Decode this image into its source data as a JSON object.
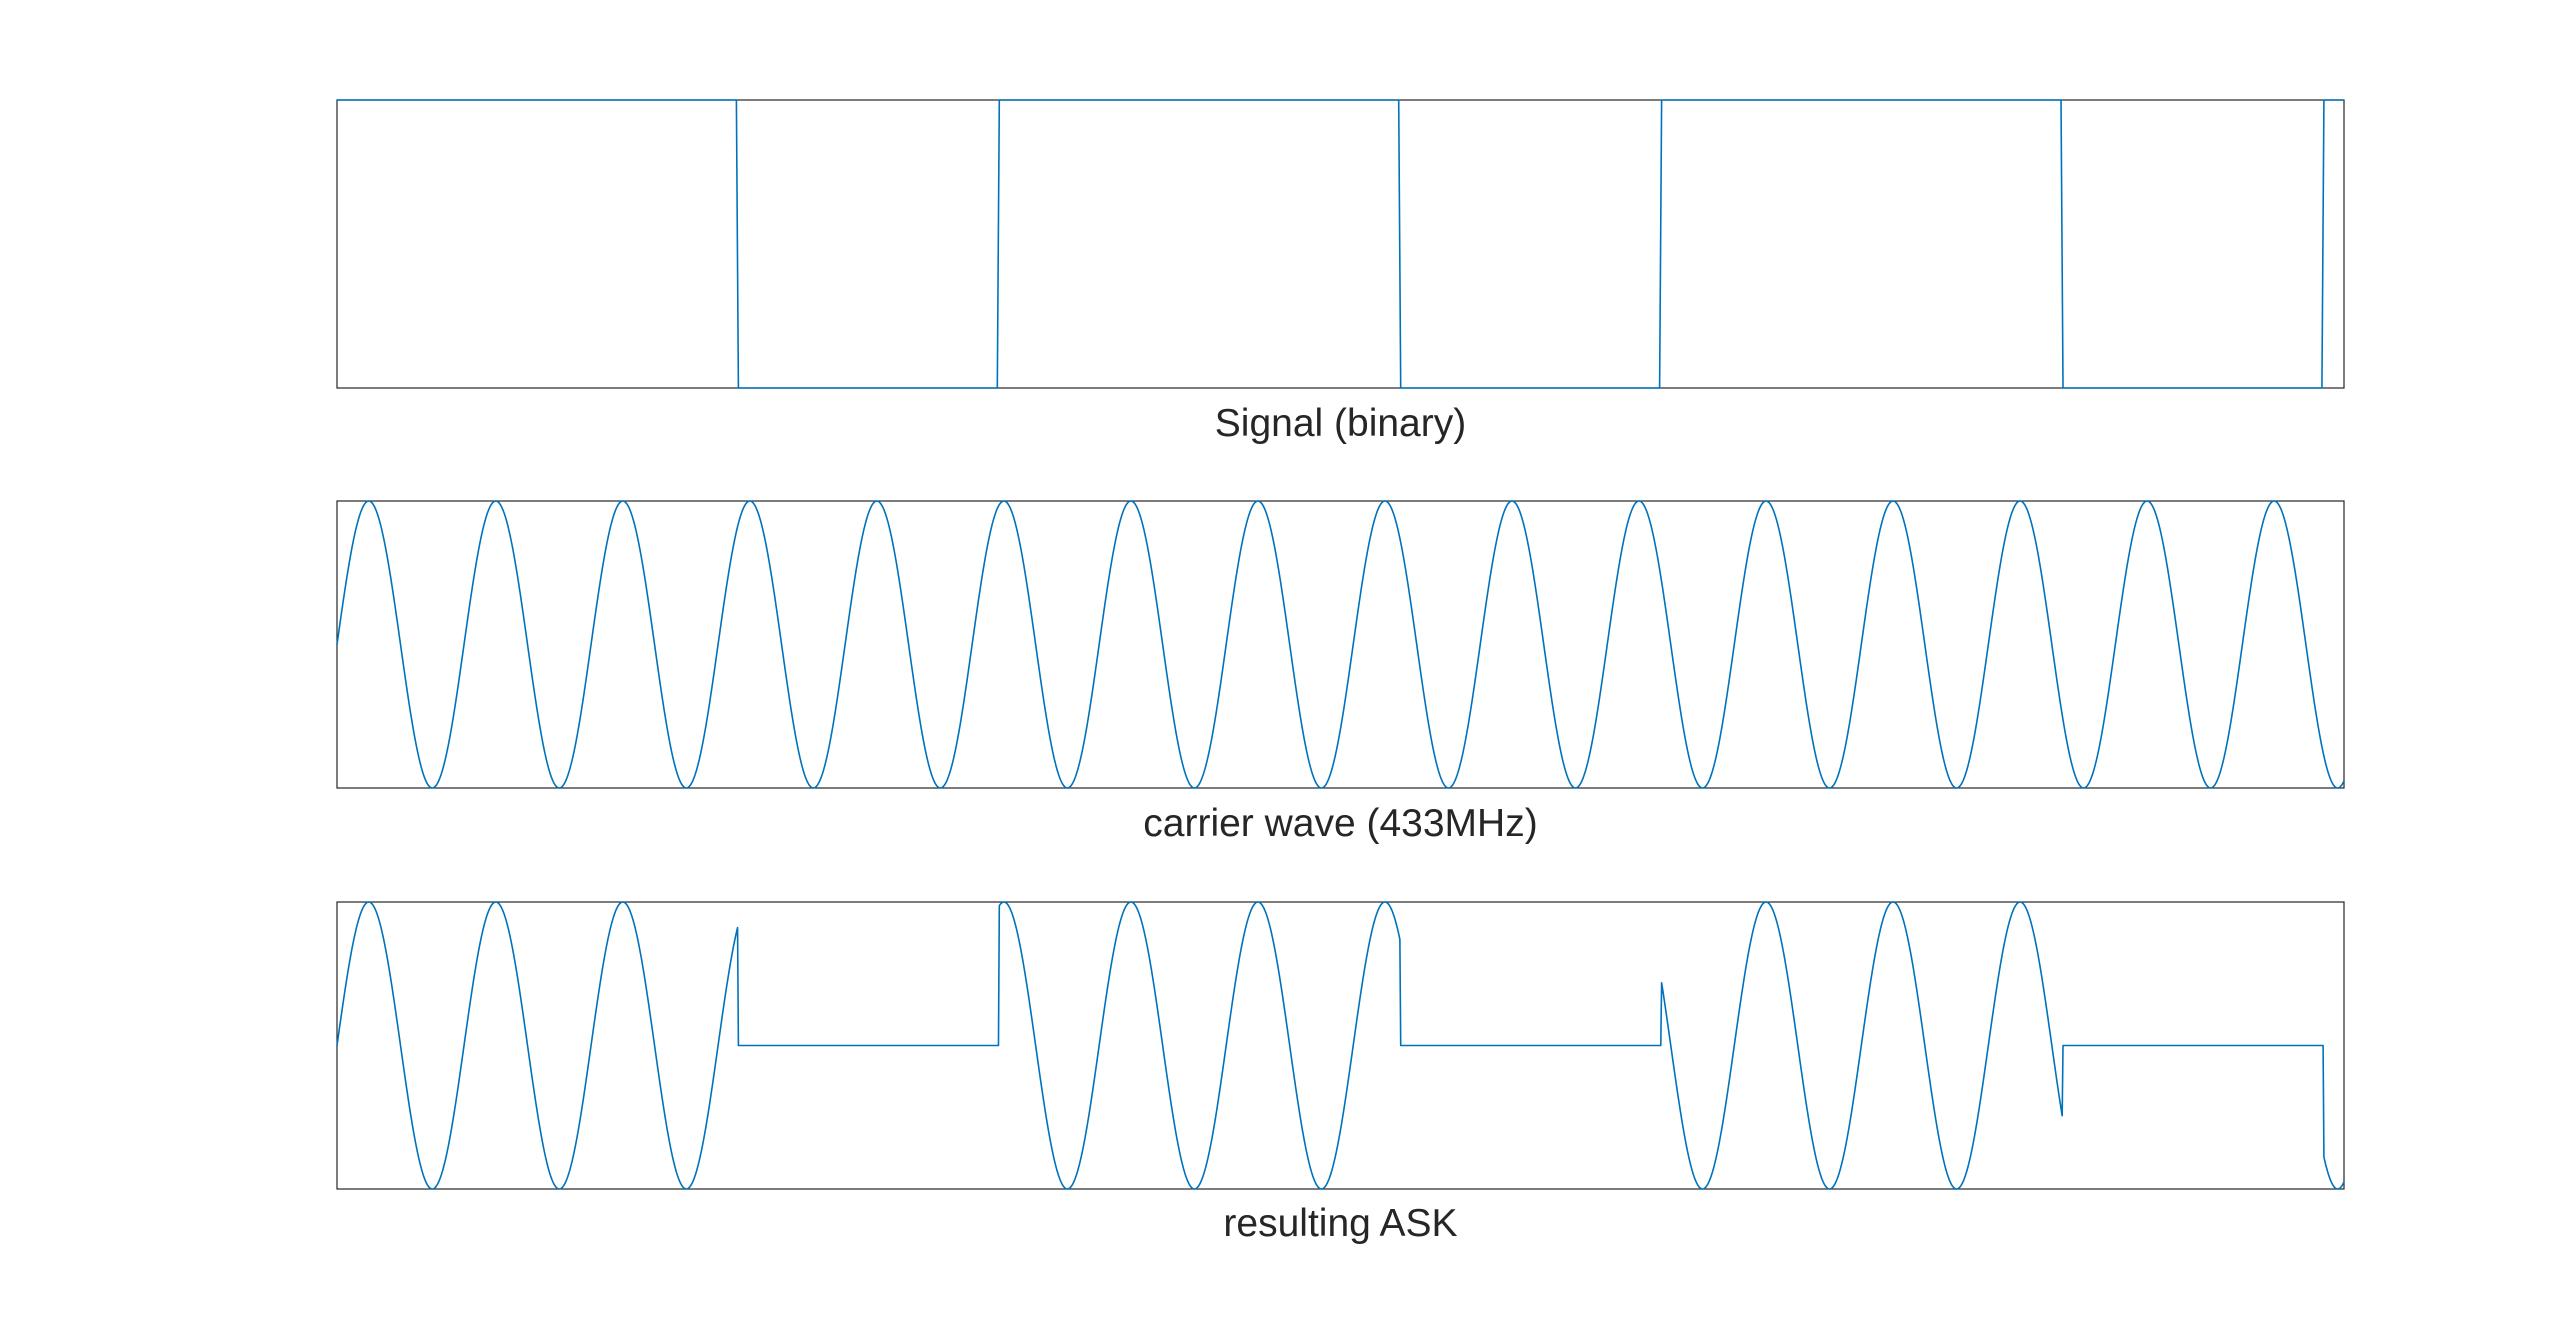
{
  "chart_data": [
    {
      "type": "line",
      "xlabel": "Signal (binary)",
      "xlim": [
        0,
        1
      ],
      "ylim": [
        0,
        1
      ],
      "grid": false,
      "series": [
        {
          "color": "#0072BD",
          "x": [
            0,
            0.199,
            0.2,
            0.329,
            0.33,
            0.529,
            0.53,
            0.659,
            0.66,
            0.859,
            0.86,
            0.989,
            0.99,
            1.0
          ],
          "y": [
            1,
            1,
            0,
            0,
            1,
            1,
            0,
            0,
            1,
            1,
            0,
            0,
            1,
            1
          ]
        }
      ]
    },
    {
      "type": "line",
      "xlabel": "carrier wave (433MHz)",
      "xlim": [
        0,
        1
      ],
      "ylim": [
        -1,
        1
      ],
      "grid": false,
      "series": [
        {
          "color": "#0072BD",
          "function": "sine",
          "cycles": 15.8,
          "samples": 2400
        }
      ]
    },
    {
      "type": "line",
      "xlabel": "resulting ASK",
      "xlim": [
        0,
        1
      ],
      "ylim": [
        -1,
        1
      ],
      "grid": false,
      "series": [
        {
          "color": "#0072BD",
          "function": "sine * signal",
          "cycles": 15.8,
          "samples": 2400
        }
      ]
    }
  ]
}
